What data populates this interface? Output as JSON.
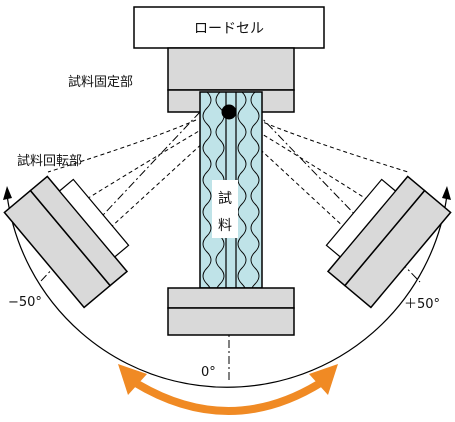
{
  "labels": {
    "load_cell": "ロードセル",
    "specimen_fixing_part": "試料固定部",
    "specimen_rotating_part": "試料回転部",
    "specimen_char1": "試",
    "specimen_char2": "料",
    "angle_left": "−50°",
    "angle_center": "0°",
    "angle_right": "＋50°"
  },
  "colors": {
    "block_fill": "#d9d9d9",
    "specimen_fill": "#bfe3e8",
    "arrow": "#f08a24",
    "line": "#000000"
  },
  "icons": {
    "rotation_arrow": "double-headed-curved-arrow",
    "grip_dot": "black-circle"
  }
}
